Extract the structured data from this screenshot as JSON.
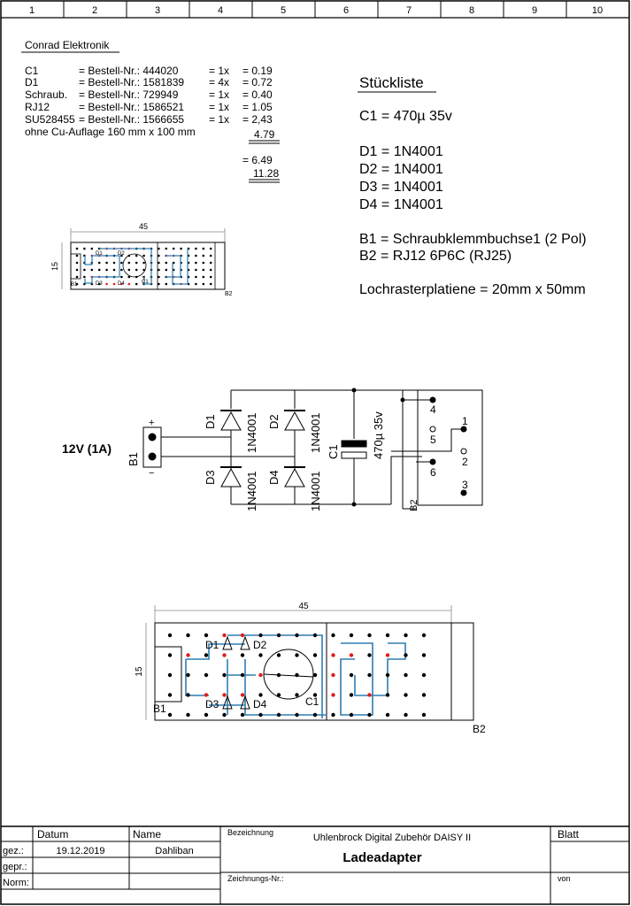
{
  "frame": {
    "columns": [
      "1",
      "2",
      "3",
      "4",
      "5",
      "6",
      "7",
      "8",
      "9",
      "10"
    ]
  },
  "supplier": {
    "name": "Conrad Elektronik",
    "rows": [
      {
        "part": "C1",
        "order": "= Bestell-Nr.: 444020",
        "qty": "= 1x",
        "price": "= 0.19"
      },
      {
        "part": "D1",
        "order": "= Bestell-Nr.: 1581839",
        "qty": "= 4x",
        "price": "= 0.72"
      },
      {
        "part": "Schraub.",
        "order": "= Bestell-Nr.: 729949",
        "qty": "= 1x",
        "price": "= 0.40"
      },
      {
        "part": "RJ12",
        "order": "= Bestell-Nr.: 1586521",
        "qty": "= 1x",
        "price": "= 1.05"
      },
      {
        "part": "SU528455",
        "order": "= Bestell-Nr.: 1566655",
        "qty": "= 1x",
        "price": "= 2,43"
      }
    ],
    "board_note": "ohne Cu-Auflage 160 mm x 100 mm",
    "subtotal": "4.79",
    "board_price": "= 6.49",
    "total": "11.28"
  },
  "bom": {
    "title": "Stückliste",
    "items": [
      "C1 = 470µ 35v",
      "D1 = 1N4001",
      "D2 = 1N4001",
      "D3 = 1N4001",
      "D4 = 1N4001",
      "B1 = Schraubklemmbuchse1 (2 Pol)",
      "B2 = RJ12 6P6C (RJ25)",
      "Lochrasterplatiene = 20mm x 50mm"
    ]
  },
  "small_layout": {
    "dim_width": "45",
    "dim_height": "15",
    "labels": {
      "b1": "B1",
      "b2": "B2",
      "d1": "D1",
      "d2": "D2",
      "d3": "D3",
      "d4": "D4",
      "c1": "C1"
    }
  },
  "schematic": {
    "supply_label": "12V (1A)",
    "b1": "B1",
    "plus": "+",
    "minus": "−",
    "d1": "D1",
    "d2": "D2",
    "d3": "D3",
    "d4": "D4",
    "diode_type": "1N4001",
    "c1": "C1",
    "c1_value": "470µ 35v",
    "b2": "B2",
    "pins": [
      "1",
      "2",
      "3",
      "4",
      "5",
      "6"
    ]
  },
  "big_layout": {
    "dim_width": "45",
    "dim_height": "15",
    "labels": {
      "b1": "B1",
      "b2": "B2",
      "d1": "D1",
      "d2": "D2",
      "d3": "D3",
      "d4": "D4",
      "c1": "C1"
    }
  },
  "title_block": {
    "datum_header": "Datum",
    "name_header": "Name",
    "rows": [
      {
        "label": "gez.:",
        "date": "19.12.2019",
        "name": "Dahliban"
      },
      {
        "label": "gepr.:",
        "date": "",
        "name": ""
      },
      {
        "label": "Norm:",
        "date": "",
        "name": ""
      }
    ],
    "bezeichnung_label": "Bezeichnung",
    "project": "Uhlenbrock Digital Zubehör DAISY II",
    "title": "Ladeadapter",
    "zeichnungs_label": "Zeichnungs-Nr.:",
    "blatt_label": "Blatt",
    "von_label": "von"
  }
}
